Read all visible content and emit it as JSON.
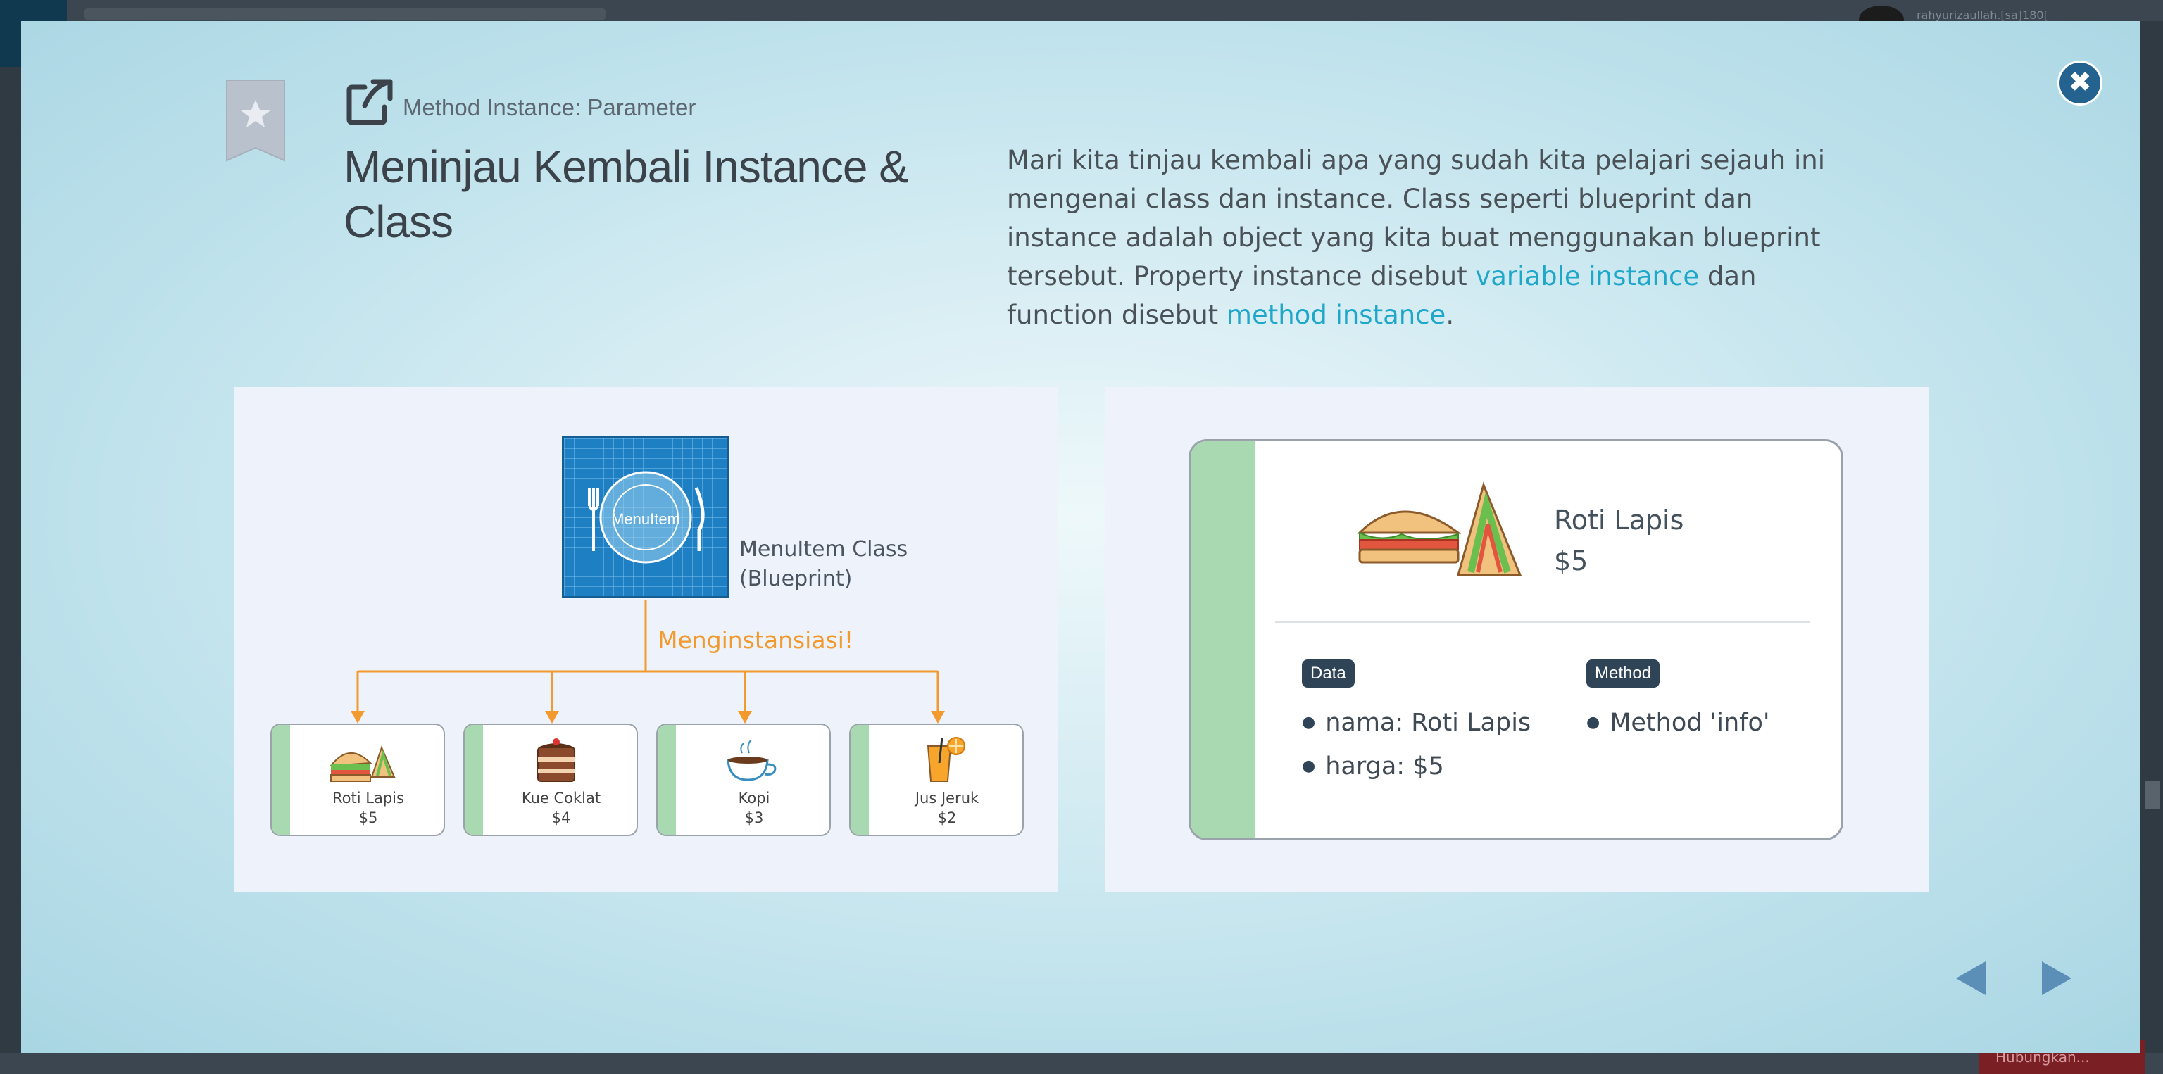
{
  "background": {
    "username": "rahyurizaullah.[sa]180[",
    "bottom_button": "Hubungkan..."
  },
  "header": {
    "breadcrumb": "Method Instance: Parameter",
    "title": "Meninjau Kembali Instance & Class"
  },
  "description": {
    "part1": "Mari kita tinjau kembali apa yang sudah kita pelajari sejauh ini mengenai class dan instance. Class seperti blueprint dan instance adalah object yang kita buat menggunakan blueprint tersebut. Property instance disebut ",
    "link1": "variable instance",
    "part2": " dan function disebut ",
    "link2": "method instance",
    "part3": "."
  },
  "diagram_left": {
    "blueprint_text": "MenuItem",
    "class_label_line1": "MenuItem Class",
    "class_label_line2": "(Blueprint)",
    "instantiate_label": "Menginstansiasi!",
    "items": [
      {
        "name": "Roti Lapis",
        "price": "$5",
        "icon": "sandwich-icon"
      },
      {
        "name": "Kue Coklat",
        "price": "$4",
        "icon": "cake-icon"
      },
      {
        "name": "Kopi",
        "price": "$3",
        "icon": "coffee-icon"
      },
      {
        "name": "Jus Jeruk",
        "price": "$2",
        "icon": "juice-icon"
      }
    ]
  },
  "diagram_right": {
    "name": "Roti Lapis",
    "price": "$5",
    "data_tag": "Data",
    "method_tag": "Method",
    "data_items": [
      "nama: Roti Lapis",
      "harga: $5"
    ],
    "method_items": [
      "Method 'info'"
    ]
  },
  "colors": {
    "accent_link": "#1ea7c9",
    "close_button": "#24628f",
    "arrow_orange": "#f29a2e",
    "card_strip": "#a9d9b0",
    "nav_arrow": "#5b8fb8"
  }
}
